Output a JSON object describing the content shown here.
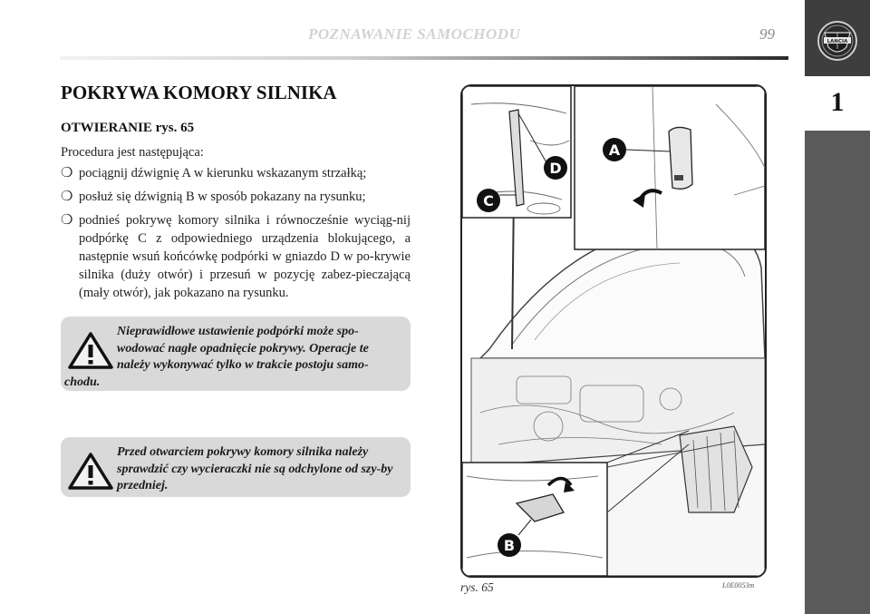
{
  "header": {
    "title": "POZNAWANIE SAMOCHODU",
    "page_number": "99"
  },
  "side_tab": {
    "chapter": "1",
    "logo_text": "LANCIA"
  },
  "content": {
    "title": "POKRYWA KOMORY SILNIKA",
    "section_title": "OTWIERANIE rys. 65",
    "intro": "Procedura jest następująca:",
    "bullet_symbol": "❍",
    "steps": [
      "pociągnij dźwignię A w kierunku wskazanym strzałką;",
      "posłuż się dźwignią B w sposób pokazany na rysunku;",
      "podnieś pokrywę komory silnika i równocześnie wyciąg-nij podpórkę C z odpowiedniego urządzenia blokującego, a następnie wsuń końcówkę podpórki w gniazdo D w po-krywie silnika (duży otwór) i przesuń w pozycję zabez-pieczającą (mały otwór), jak pokazano na rysunku."
    ]
  },
  "warnings": [
    "Nieprawidłowe ustawienie podpórki może spo-wodować nagłe opadnięcie pokrywy. Operacje te należy wykonywać tylko w trakcie postoju samo-chodu.",
    "Przed otwarciem pokrywy komory silnika należy sprawdzić czy wycieraczki nie są odchylone od szy-by przedniej."
  ],
  "figure": {
    "caption": "rys. 65",
    "code": "L0E0053m",
    "callouts": [
      "A",
      "B",
      "C",
      "D"
    ]
  }
}
